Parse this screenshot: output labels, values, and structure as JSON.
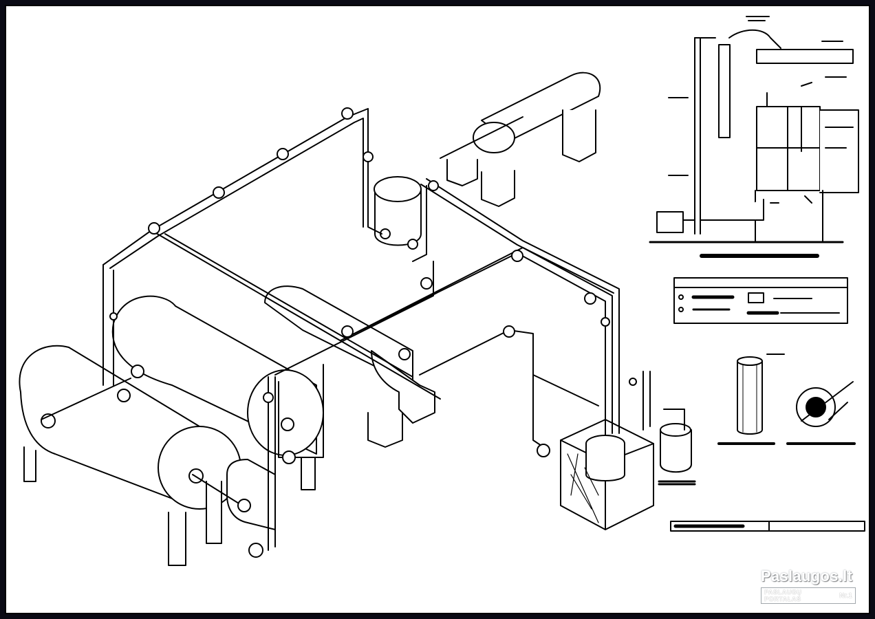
{
  "watermark": {
    "title": "Paslaugos.lt",
    "subtitle": "PASLAUGŲ PORTALAS",
    "badge": "Nr.1"
  },
  "colors": {
    "frame": "#0a0a14",
    "paper": "#ffffff",
    "line": "#000000"
  }
}
